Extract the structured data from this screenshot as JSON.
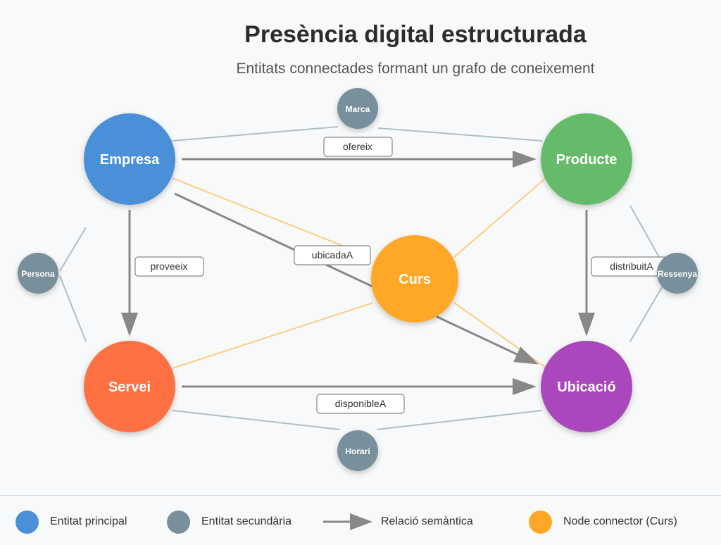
{
  "header": {
    "title": "Presència digital estructurada",
    "subtitle": "Entitats connectades formant un grafo de coneixement"
  },
  "colors": {
    "empresa": "#4a90d9",
    "producte": "#66bb6a",
    "servei": "#ff7043",
    "ubicacio": "#ab47bc",
    "curs": "#ffa726",
    "secondary": "#78909c",
    "arrow": "#888888",
    "connector_line": "#ffcc80",
    "secondary_line": "#b0bec5"
  },
  "nodes": {
    "empresa": "Empresa",
    "producte": "Producte",
    "servei": "Servei",
    "ubicacio": "Ubicació",
    "curs": "Curs",
    "marca": "Marca",
    "persona": "Persona",
    "ressenya": "Ressenya",
    "horari": "Horari"
  },
  "edges": {
    "ofereix": "ofereix",
    "proveeix": "proveeix",
    "ubicadaA": "ubicadaA",
    "distribuitA": "distribuitA",
    "disponibleA": "disponibleA"
  },
  "legend": {
    "principal": "Entitat principal",
    "secundaria": "Entitat secundària",
    "relacio": "Relació semàntica",
    "connector": "Node connector (Curs)"
  }
}
